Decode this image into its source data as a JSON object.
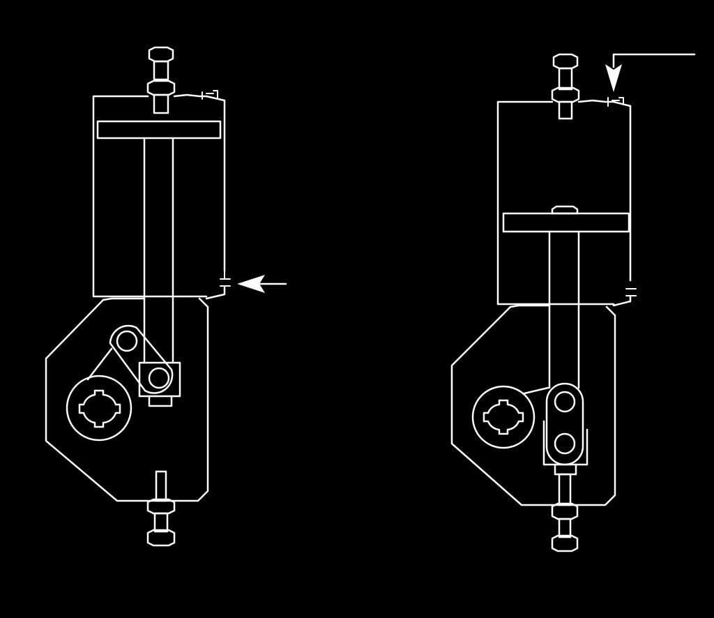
{
  "figure": {
    "background": "#000000",
    "line_color": "#ffffff",
    "panels": [
      {
        "id": "left",
        "piston_position": "top",
        "arrow": "air-inlet-arrow",
        "arrow_direction": "left"
      },
      {
        "id": "right",
        "piston_position": "bottom",
        "arrow": "air-inlet-arrow",
        "arrow_direction": "down"
      }
    ]
  }
}
